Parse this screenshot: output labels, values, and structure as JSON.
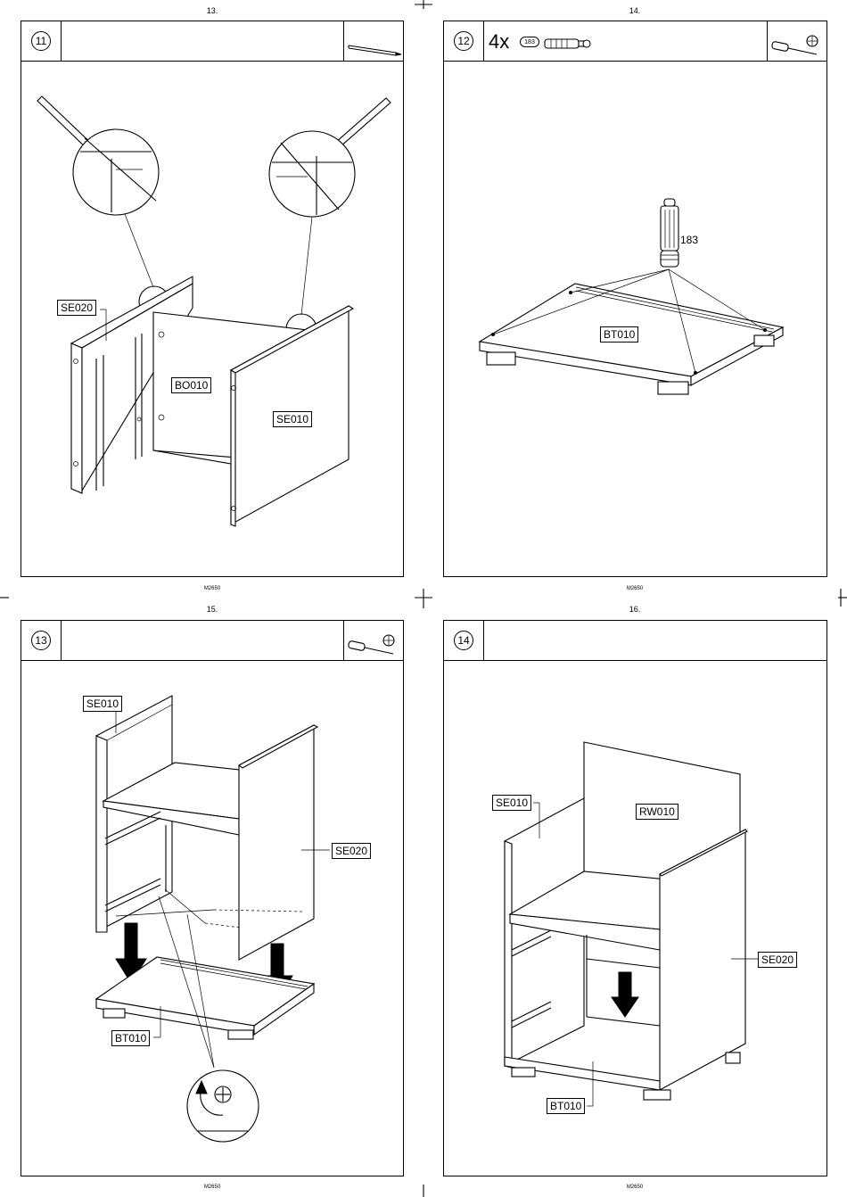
{
  "document": {
    "model": "M2650"
  },
  "pages": [
    {
      "number": "13.",
      "step": "11",
      "tool": "pencil-icon",
      "labels": [
        "SE020",
        "BO010",
        "SE010"
      ]
    },
    {
      "number": "14.",
      "step": "12",
      "quantity": "4x",
      "part_badge": "183",
      "tool": "screwdriver-icon",
      "labels": [
        "BT010"
      ],
      "callout": "183"
    },
    {
      "number": "15.",
      "step": "13",
      "tool": "screwdriver-icon",
      "labels": [
        "SE010",
        "SE020",
        "BT010"
      ]
    },
    {
      "number": "16.",
      "step": "14",
      "labels": [
        "SE010",
        "RW010",
        "SE020",
        "BT010"
      ]
    }
  ]
}
